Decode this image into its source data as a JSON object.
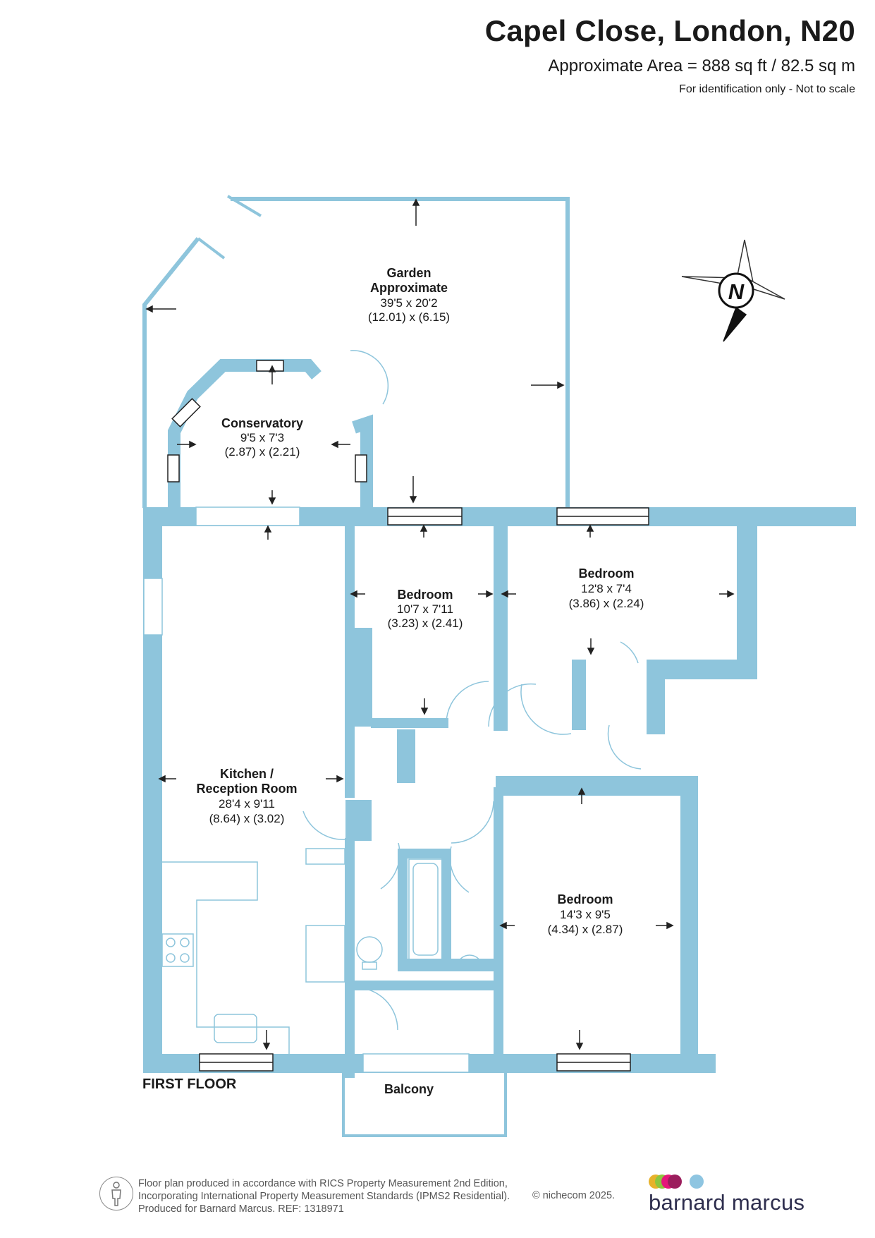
{
  "header": {
    "title": "Capel Close, London, N20",
    "area": "Approximate Area = 888 sq ft / 82.5 sq m",
    "note": "For identification only - Not to scale"
  },
  "compass": {
    "letter": "N"
  },
  "rooms": {
    "garden": {
      "name1": "Garden",
      "name2": "Approximate",
      "imperial": "39'5 x 20'2",
      "metric": "(12.01) x (6.15)"
    },
    "conservatory": {
      "name": "Conservatory",
      "imperial": "9'5 x 7'3",
      "metric": "(2.87) x (2.21)"
    },
    "bedroom1": {
      "name": "Bedroom",
      "imperial": "10'7 x 7'11",
      "metric": "(3.23) x (2.41)"
    },
    "bedroom2": {
      "name": "Bedroom",
      "imperial": "12'8 x 7'4",
      "metric": "(3.86) x (2.24)"
    },
    "kitchen": {
      "name1": "Kitchen /",
      "name2": "Reception Room",
      "imperial": "28'4 x 9'11",
      "metric": "(8.64) x (3.02)"
    },
    "bedroom3": {
      "name": "Bedroom",
      "imperial": "14'3 x 9'5",
      "metric": "(4.34) x (2.87)"
    },
    "balcony": {
      "name": "Balcony"
    }
  },
  "floor_label": "FIRST FLOOR",
  "footer": {
    "line1": "Floor plan produced in accordance with RICS Property Measurement 2nd Edition,",
    "line2": "Incorporating International Property Measurement Standards (IPMS2 Residential).",
    "line3": "Produced for Barnard Marcus.   REF:  1318971",
    "copyright": "© nichecom 2025."
  },
  "brand": {
    "name": "barnard marcus",
    "dot_colors": [
      "#e7b22b",
      "#8dc63f",
      "#e5177b",
      "#9b1e5d",
      "#8ec5e1"
    ]
  },
  "colors": {
    "wall": "#8ec5dc",
    "text": "#1a1a1a"
  }
}
